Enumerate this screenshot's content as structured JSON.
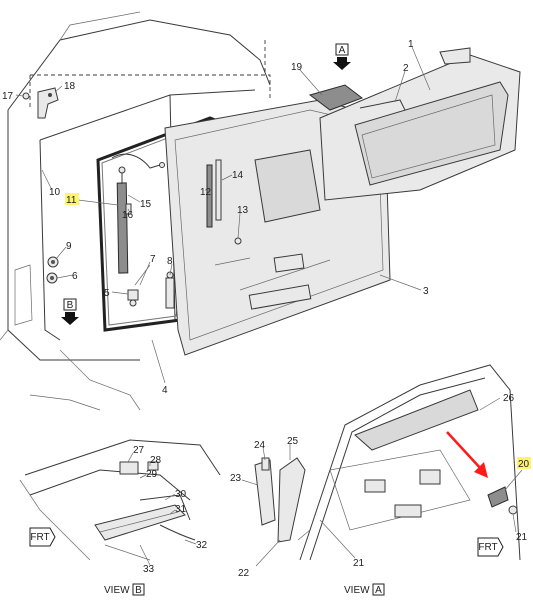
{
  "callouts": {
    "c1": "1",
    "c2": "2",
    "c3": "3",
    "c4": "4",
    "c5": "5",
    "c6": "6",
    "c7": "7",
    "c8": "8",
    "c9": "9",
    "c10": "10",
    "c11": "11",
    "c12": "12",
    "c13": "13",
    "c14": "14",
    "c15": "15",
    "c16": "16",
    "c17": "17",
    "c18": "18",
    "c19": "19",
    "c20": "20",
    "c21a": "21",
    "c21b": "21",
    "c22": "22",
    "c23": "23",
    "c24": "24",
    "c25": "25",
    "c26": "26",
    "c27": "27",
    "c28": "28",
    "c29": "29",
    "c30": "30",
    "c31": "31",
    "c32": "32",
    "c33": "33"
  },
  "view_markers": {
    "a": "A",
    "b": "B"
  },
  "view_labels": {
    "b_prefix": "VIEW",
    "b_letter": "B",
    "a_prefix": "VIEW",
    "a_letter": "A"
  },
  "front_tags": {
    "left": "FRT",
    "right": "FRT"
  },
  "highlighted_callouts": [
    "11",
    "20"
  ],
  "colors": {
    "highlight": "#fff46a",
    "pointer_arrow": "#ff1a1a",
    "line": "#3a3a3a"
  }
}
